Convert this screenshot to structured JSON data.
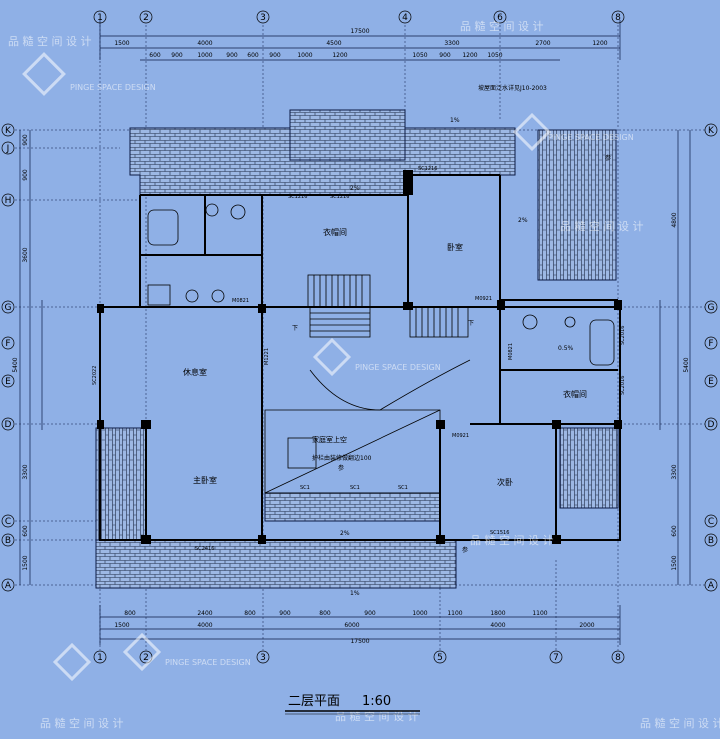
{
  "title": "二层平面",
  "scale": "1:60",
  "watermark": {
    "cn": "品 糙 空 间 设 计",
    "en": "PINGE SPACE DESIGN"
  },
  "axes": {
    "numbers": [
      "1",
      "2",
      "3",
      "4",
      "6",
      "8",
      "1",
      "2",
      "3",
      "5",
      "7",
      "8"
    ],
    "letters": [
      "K",
      "J",
      "H",
      "G",
      "F",
      "E",
      "D",
      "C",
      "B",
      "A"
    ]
  },
  "dims": {
    "top_total": "17500",
    "top_main": [
      "1500",
      "4000",
      "4500",
      "3300",
      "2700",
      "1200"
    ],
    "top_sub": [
      "600",
      "900",
      "1000",
      "900",
      "600",
      "900",
      "1000",
      "1200",
      "1050",
      "900",
      "1200",
      "1050"
    ],
    "bottom_total": "17500",
    "bottom_main": [
      "1500",
      "4000",
      "6000",
      "4000",
      "2000"
    ],
    "bottom_sub": [
      "800",
      "2400",
      "800",
      "900",
      "800",
      "900",
      "1000",
      "1100",
      "1800",
      "1100"
    ],
    "left_main": [
      "900",
      "900",
      "3600",
      "5400",
      "3300",
      "600",
      "1500"
    ],
    "right_main": [
      "4800",
      "5400",
      "3300",
      "600",
      "1500"
    ]
  },
  "rooms": {
    "cloak1": "衣帽间",
    "bedroom": "卧室",
    "lounge": "休息室",
    "master": "主卧室",
    "second": "次卧",
    "cloak2": "衣帽间",
    "void": "家庭室上空",
    "railing": "护栏由装修做翻边100"
  },
  "notes": {
    "drain": "坡屋面泛水详见J10-2003",
    "slope1": "1%",
    "slope2": "2%",
    "slope3": "0.5%",
    "down": "下",
    "see": "参"
  },
  "doors": [
    "M0821",
    "M0921",
    "M0921",
    "M0821",
    "M1221",
    "SC1216",
    "SC1216",
    "SC1516",
    "SC2416",
    "SC1216",
    "SC2022",
    "SC2016",
    "SC2016",
    "SC1"
  ]
}
